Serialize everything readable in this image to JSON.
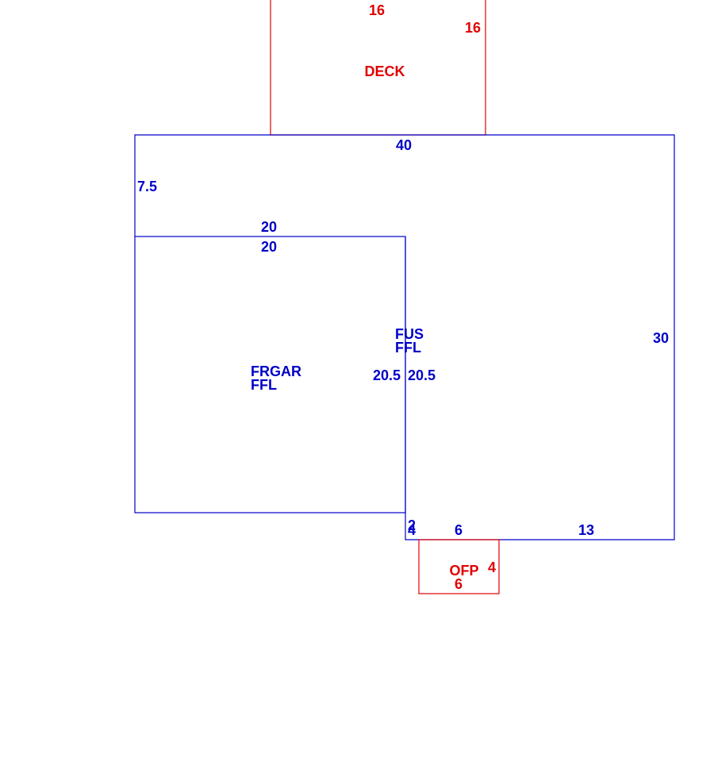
{
  "sketch": {
    "colors": {
      "main_area": "#0000c8",
      "secondary_area": "#e00000"
    },
    "deck": {
      "name": "DECK",
      "dim_top": "16",
      "dim_side": "16"
    },
    "main_house": {
      "name_line1": "FUS",
      "name_line2": "FFL",
      "dim_top": "40",
      "dim_left": "7.5",
      "dim_right": "30",
      "dim_inner_left": "20.5",
      "dim_bottom_short": "2",
      "dim_bottom_step": "4",
      "dim_bottom_mid": "6",
      "dim_bottom_right": "13"
    },
    "garage": {
      "name_line1": "FRGAR",
      "name_line2": "FFL",
      "dim_top_outer": "20",
      "dim_top_inner": "20",
      "dim_right": "20.5"
    },
    "porch": {
      "name": "OFP",
      "dim_side": "4",
      "dim_bottom": "6"
    }
  }
}
